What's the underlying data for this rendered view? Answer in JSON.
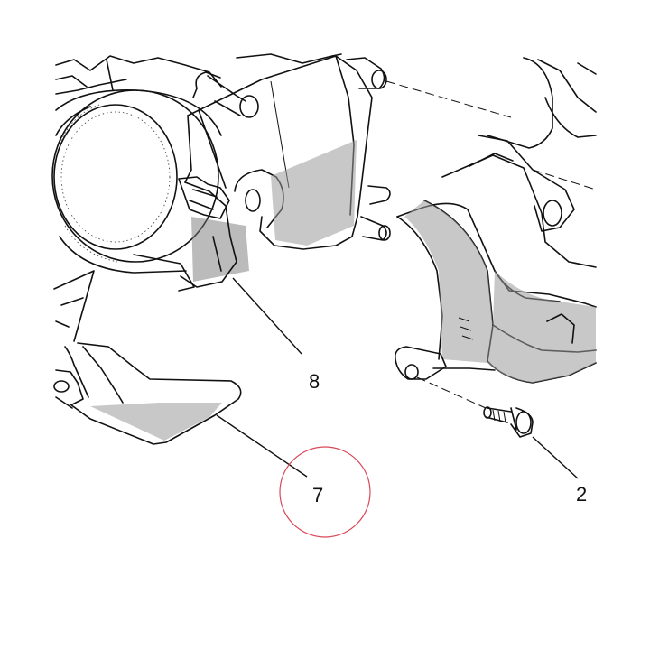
{
  "callouts": {
    "part_8": "8",
    "part_7": "7",
    "part_2": "2"
  },
  "colors": {
    "line": "#111111",
    "highlight_circle": "#d9485a"
  },
  "highlighted_part": "7"
}
